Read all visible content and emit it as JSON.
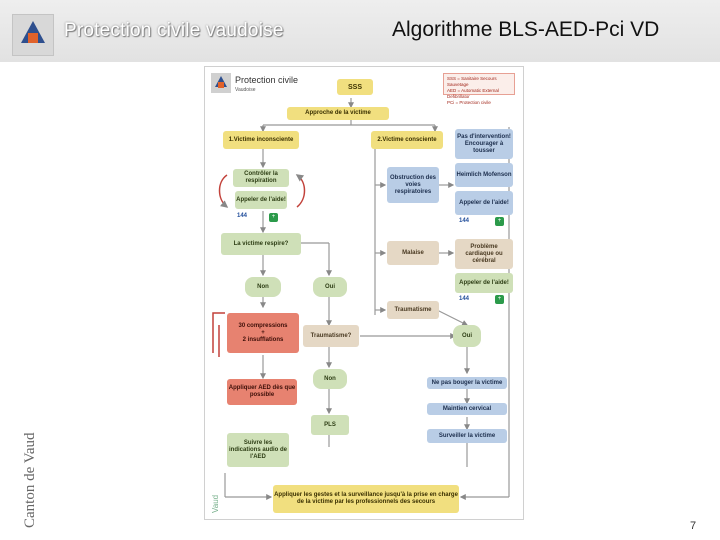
{
  "header": {
    "brand": "Protection civile vaudoise",
    "slide_title": "Algorithme BLS-AED-Pci VD"
  },
  "page_number": "7",
  "side_logo": {
    "text": "Canton de Vaud"
  },
  "doc": {
    "logo_title": "Protection civile",
    "logo_subtitle": "Vaudoise",
    "info_text": "SSS = Sanitaire Secours Sauvetage\nAED = Automatic External Defibrillator\nPCi = Protection civile",
    "icon_144": "144",
    "icon_aed": "+",
    "mini_vaud": "Vaud",
    "nodes": {
      "sss": "SSS",
      "approche": "Approche de la victime",
      "inconsciente": "1.Victime inconsciente",
      "consciente": "2.Victime consciente",
      "controler": "Contrôler la respiration",
      "appeler_aide_1": "Appeler de l'aide!",
      "respire": "La victime respire?",
      "non_1": "Non",
      "oui_1": "Oui",
      "compressions": "30 compressions\n+\n2 insufflations",
      "aed": "Appliquer AED dès que possible",
      "suivre": "Suivre les indications audio de l'AED",
      "traumatisme_q": "Traumatisme?",
      "non_2": "Non",
      "pls": "PLS",
      "oui_2": "Oui",
      "intervention": "Pas d'intervention! Encourager à tousser",
      "obstruction": "Obstruction des voies respiratoires",
      "heimlich": "Heimlich Mofenson",
      "appeler_aide_2": "Appeler de l'aide!",
      "malaise": "Malaise",
      "probleme": "Problème cardiaque ou cérébral",
      "appeler_aide_3": "Appeler de l'aide!",
      "traumatisme": "Traumatisme",
      "ne_pas_bouger": "Ne pas bouger la victime",
      "maintien": "Maintien cervical",
      "surveiller": "Surveiller la victime",
      "final": "Appliquer les gestes et la surveillance jusqu'à la prise en charge de la victime par les professionnels des secours"
    }
  }
}
